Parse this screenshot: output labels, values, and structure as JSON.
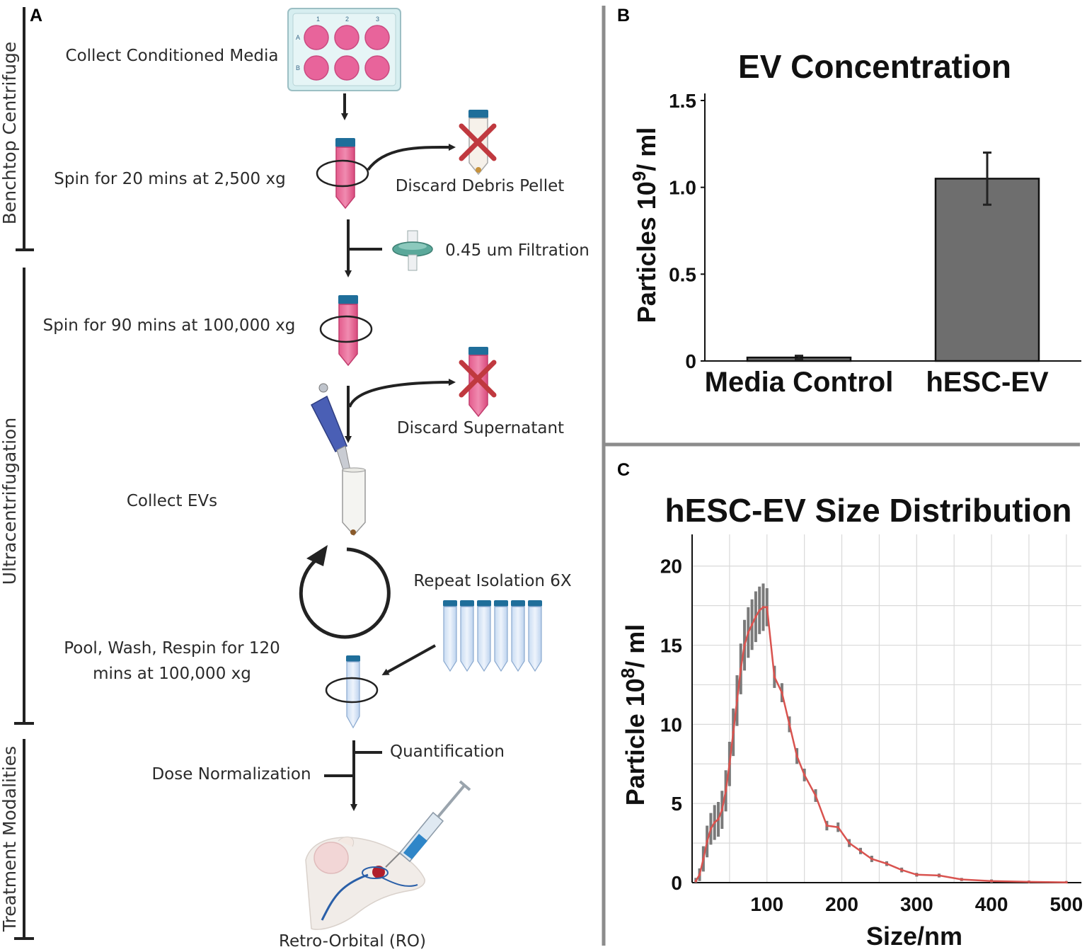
{
  "panels": {
    "a": "A",
    "b": "B",
    "c": "C"
  },
  "protocol": {
    "phases": [
      {
        "label": "Benchtop Centrifuge"
      },
      {
        "label": "Ultracentrifugation"
      },
      {
        "label": "Treatment  Modalities"
      }
    ],
    "steps": {
      "collect_media": "Collect Conditioned Media",
      "spin_1": "Spin for 20 mins at 2,500 xg",
      "discard_pellet": "Discard Debris Pellet",
      "filtration": "0.45 um Filtration",
      "spin_2": "Spin for 90 mins at 100,000 xg",
      "discard_supernatant": "Discard Supernatant",
      "collect_evs": "Collect EVs",
      "repeat": "Repeat Isolation 6X",
      "pool_line1": "Pool, Wash, Respin for 120",
      "pool_line2": "mins at 100,000 xg",
      "quantification": "Quantification",
      "dose_normalization": "Dose Normalization",
      "retro_orbital": "Retro-Orbital (RO)"
    },
    "plate": {
      "cols": [
        "1",
        "2",
        "3"
      ],
      "rows": [
        "A",
        "B"
      ],
      "well_color": "#e8649b"
    },
    "colors": {
      "tube_red": "#d9457a",
      "tube_cap": "#1f6e9a",
      "cross": "#c0393f",
      "filter": "#5aa89a",
      "blue_tube": "#dbe8f7",
      "pipette": "#4a5fb5"
    }
  },
  "chart_data": [
    {
      "type": "bar",
      "title": "EV Concentration",
      "ylabel_prefix": "Particles 10",
      "ylabel_exp": "9",
      "ylabel_suffix": "/ ml",
      "categories": [
        "Media Control",
        "hESC-EV"
      ],
      "values": [
        0.02,
        1.05
      ],
      "error": [
        0.01,
        0.15
      ],
      "ylim": [
        0,
        1.5
      ],
      "yticks": [
        {
          "v": 0,
          "label": "0"
        },
        {
          "v": 0.5,
          "label": "0.5"
        },
        {
          "v": 1.0,
          "label": "1.0"
        },
        {
          "v": 1.5,
          "label": "1.5"
        }
      ],
      "bar_color": "#6e6e6e",
      "grid": false
    },
    {
      "type": "line",
      "title": "hESC-EV Size Distribution",
      "xlabel": "Size/nm",
      "ylabel_prefix": "Particle 10",
      "ylabel_exp": "8",
      "ylabel_suffix": "/ ml",
      "xlim": [
        0,
        520
      ],
      "ylim": [
        0,
        22
      ],
      "xticks": [
        {
          "v": 100,
          "label": "100"
        },
        {
          "v": 200,
          "label": "200"
        },
        {
          "v": 300,
          "label": "300"
        },
        {
          "v": 400,
          "label": "400"
        },
        {
          "v": 500,
          "label": "500"
        }
      ],
      "yticks": [
        {
          "v": 0,
          "label": "0"
        },
        {
          "v": 5,
          "label": "5"
        },
        {
          "v": 10,
          "label": "10"
        },
        {
          "v": 15,
          "label": "15"
        },
        {
          "v": 20,
          "label": "20"
        }
      ],
      "grid": true,
      "line_color": "#d9534f",
      "x": [
        5,
        10,
        15,
        20,
        25,
        30,
        35,
        40,
        45,
        50,
        55,
        60,
        65,
        70,
        75,
        80,
        85,
        90,
        95,
        100,
        110,
        120,
        130,
        140,
        150,
        165,
        180,
        195,
        210,
        225,
        240,
        260,
        280,
        300,
        330,
        360,
        400,
        450,
        500
      ],
      "y": [
        0.1,
        0.5,
        1.5,
        2.6,
        3.4,
        3.8,
        4.0,
        4.6,
        5.8,
        7.5,
        9.5,
        11.5,
        13.5,
        15.0,
        15.8,
        16.3,
        16.8,
        17.2,
        17.4,
        17.4,
        13.0,
        12.0,
        10.0,
        8.0,
        6.8,
        5.5,
        3.6,
        3.5,
        2.5,
        2.0,
        1.5,
        1.2,
        0.8,
        0.5,
        0.45,
        0.2,
        0.1,
        0.05,
        0.02
      ],
      "err": [
        0.2,
        0.4,
        0.8,
        1.0,
        1.0,
        1.1,
        1.1,
        1.2,
        1.3,
        1.4,
        1.5,
        1.6,
        1.6,
        1.6,
        1.6,
        1.6,
        1.6,
        1.5,
        1.5,
        1.2,
        0.7,
        0.6,
        0.5,
        0.5,
        0.4,
        0.4,
        0.3,
        0.3,
        0.25,
        0.2,
        0.2,
        0.15,
        0.15,
        0.12,
        0.12,
        0.1,
        0.1,
        0.08,
        0.08
      ]
    }
  ]
}
